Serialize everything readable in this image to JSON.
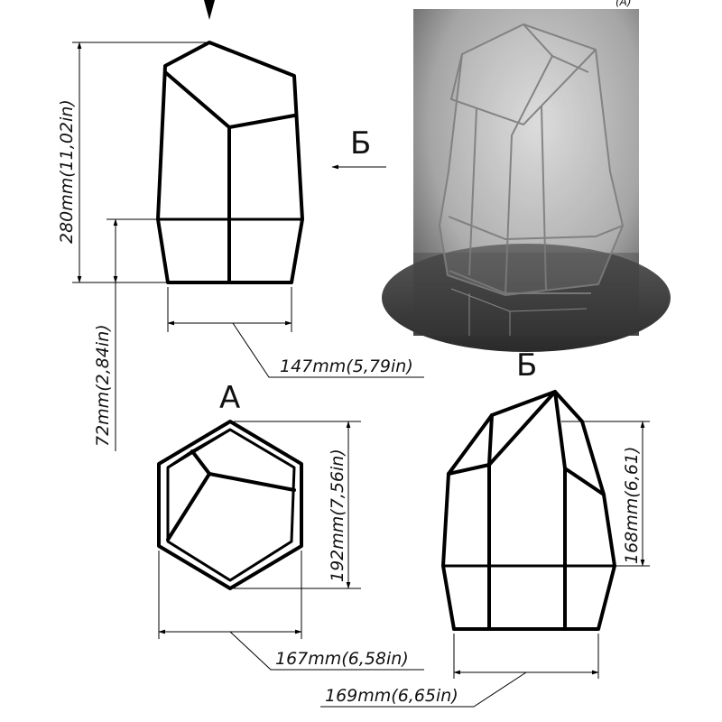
{
  "labels": {
    "view_a": "А",
    "view_b_arrow": "Б",
    "view_b_title": "Б"
  },
  "dimensions": {
    "height_total": "280mm(11,02in)",
    "height_base": "72mm(2,84in)",
    "width_front": "147mm(5,79in)",
    "top_depth": "192mm(7,56in)",
    "top_width": "167mm(6,58in)",
    "side_height": "168mm(6,61)",
    "side_width": "169mm(6,65in)"
  },
  "photo": {
    "description_icon": "glass-terrarium-photo",
    "bg_dark": "#3f3f3f",
    "bg_light": "#c9c9c9"
  }
}
